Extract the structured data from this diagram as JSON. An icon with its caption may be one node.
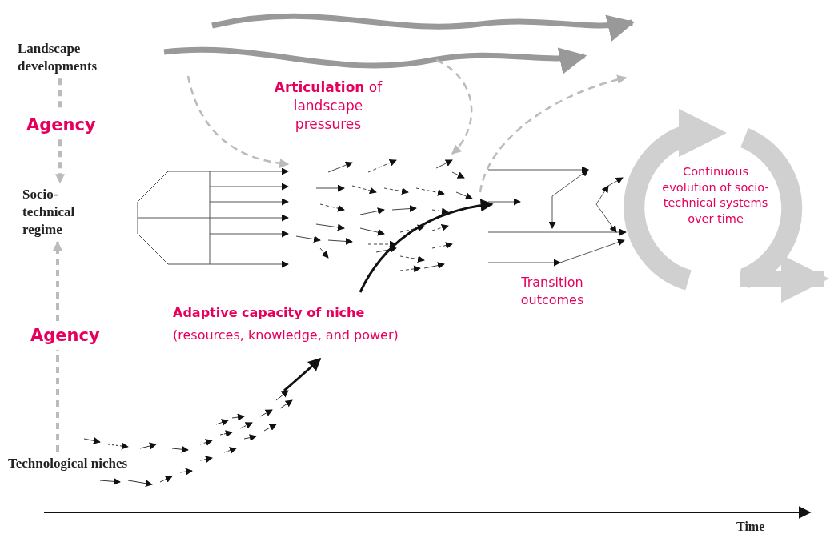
{
  "diagram": {
    "nodes": [
      {
        "text": [
          "Landscape developments"
        ]
      },
      {
        "text": [
          "Agency"
        ]
      },
      {
        "text": [
          "Socio-technical regime"
        ]
      },
      {
        "text": [
          "Agency"
        ]
      },
      {
        "text": [
          "Technological niches"
        ]
      },
      {
        "text": [
          "**Articulation** of landscape pressures"
        ]
      },
      {
        "text": [
          "Adaptive capacity of niche",
          "(resources, knowledge, and power)"
        ]
      },
      {
        "text": [
          "Transition outcomes"
        ]
      },
      {
        "text": [
          "Continuous evolution of socio-technical systems over time"
        ]
      }
    ],
    "edges": [
      {
        "from": 0,
        "to": 1,
        "arrow": "none",
        "style": "dashed"
      },
      {
        "from": 1,
        "to": 2,
        "arrow": "to",
        "style": "dashed"
      },
      {
        "from": 4,
        "to": 3,
        "arrow": "none",
        "style": "dashed"
      },
      {
        "from": 3,
        "to": 2,
        "arrow": "to",
        "style": "dashed"
      }
    ],
    "labels": [
      "Time"
    ]
  }
}
